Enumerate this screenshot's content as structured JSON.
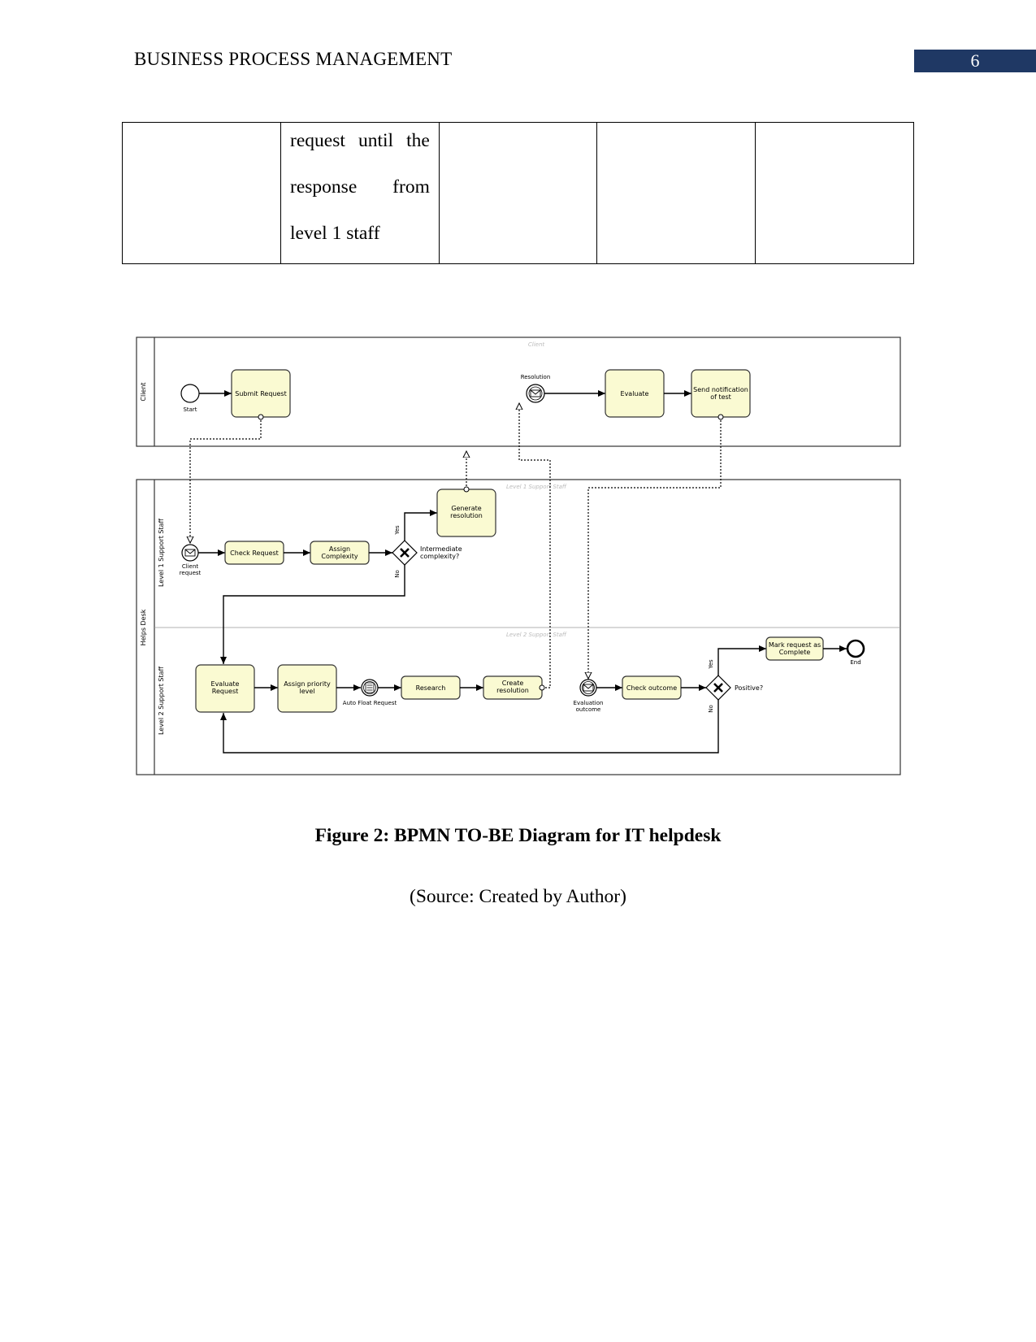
{
  "header": {
    "title": "BUSINESS PROCESS MANAGEMENT",
    "page_number": "6"
  },
  "table": {
    "cell_lines": [
      [
        "request",
        "until",
        "the"
      ],
      [
        "response",
        "from"
      ],
      [
        "level 1 staff"
      ]
    ]
  },
  "diagram": {
    "pools": {
      "client": "Client",
      "helpdesk": "Helps Desk"
    },
    "lanes": {
      "client": "Client",
      "level1": "Level 1 Support Staff",
      "level2": "Level 2 Support Staff"
    },
    "client_lane": {
      "start_label": "Start",
      "submit_request": "Submit Request",
      "resolution_label": "Resolution",
      "evaluate": "Evaluate",
      "send_notification_line1": "Send notification",
      "send_notification_line2": "of test"
    },
    "level1_lane": {
      "client_request_line1": "Client",
      "client_request_line2": "request",
      "check_request": "Check Request",
      "assign_complexity_line1": "Assign",
      "assign_complexity_line2": "Complexity",
      "gateway_label_line1": "Intermediate",
      "gateway_label_line2": "complexity?",
      "yes": "Yes",
      "no": "No",
      "generate_resolution_line1": "Generate",
      "generate_resolution_line2": "resolution"
    },
    "level2_lane": {
      "evaluate_request_line1": "Evaluate",
      "evaluate_request_line2": "Request",
      "assign_priority_line1": "Assign priority",
      "assign_priority_line2": "level",
      "auto_float_label": "Auto Float Request",
      "research": "Research",
      "create_resolution_line1": "Create",
      "create_resolution_line2": "resolution",
      "evaluation_outcome_line1": "Evaluation",
      "evaluation_outcome_line2": "outcome",
      "check_outcome": "Check outcome",
      "positive_label": "Positive?",
      "yes": "Yes",
      "no": "No",
      "mark_complete_line1": "Mark request as",
      "mark_complete_line2": "Complete",
      "end_label": "End"
    },
    "colors": {
      "task_fill": "#fafad2",
      "task_stroke": "#333333",
      "lane_stroke": "#333333"
    }
  },
  "caption": "Figure 2: BPMN TO-BE Diagram for IT helpdesk",
  "source": "(Source: Created by Author)"
}
